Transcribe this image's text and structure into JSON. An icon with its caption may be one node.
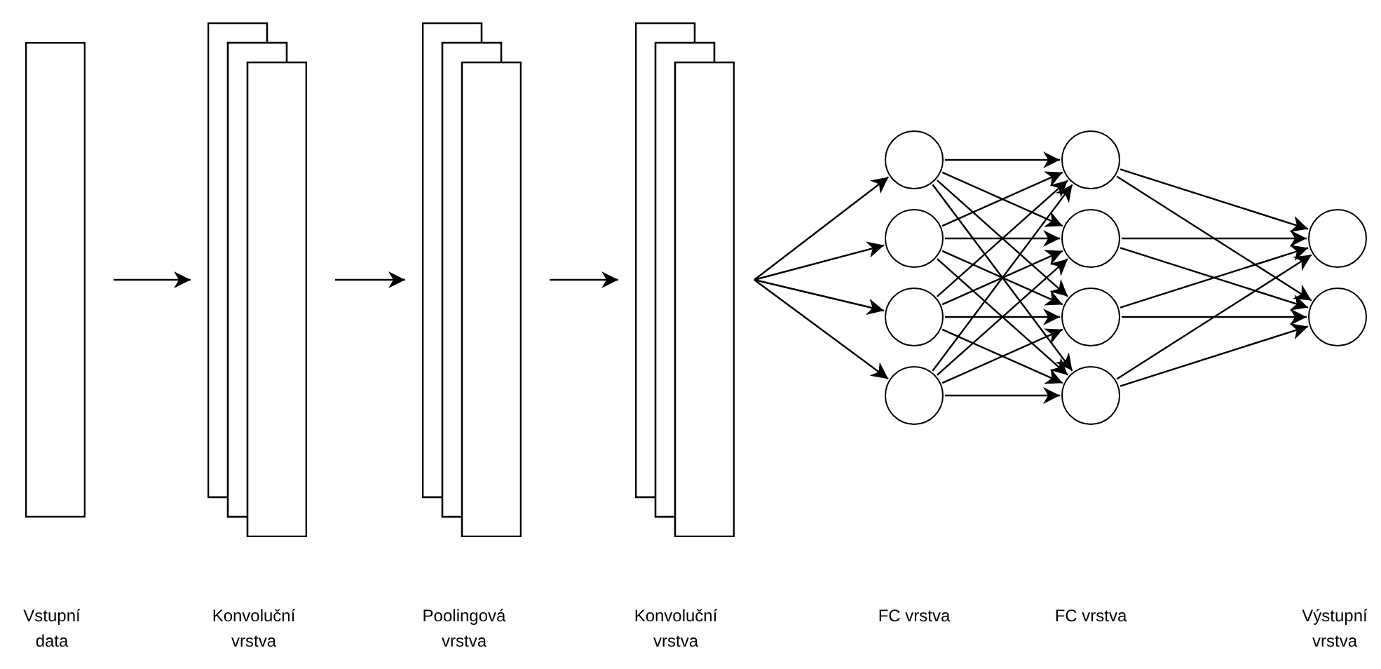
{
  "diagram": {
    "nodes": [
      {
        "text": [],
        "shape": "box"
      },
      {
        "text": [],
        "shape": "box"
      },
      {
        "text": [],
        "shape": "box"
      },
      {
        "text": [],
        "shape": "box"
      },
      {
        "text": [],
        "shape": "circle"
      },
      {
        "text": [],
        "shape": "circle"
      },
      {
        "text": [],
        "shape": "circle"
      },
      {
        "text": [],
        "shape": "circle"
      },
      {
        "text": [],
        "shape": "circle"
      },
      {
        "text": [],
        "shape": "circle"
      },
      {
        "text": [],
        "shape": "circle"
      },
      {
        "text": [],
        "shape": "circle"
      },
      {
        "text": [],
        "shape": "circle"
      },
      {
        "text": [],
        "shape": "circle"
      }
    ],
    "edges": [
      {
        "from": 0,
        "to": 1,
        "arrow": "to"
      },
      {
        "from": 1,
        "to": 2,
        "arrow": "to"
      },
      {
        "from": 2,
        "to": 3,
        "arrow": "to"
      },
      {
        "from": 3,
        "to": 4,
        "arrow": "to"
      },
      {
        "from": 3,
        "to": 5,
        "arrow": "to"
      },
      {
        "from": 3,
        "to": 6,
        "arrow": "to"
      },
      {
        "from": 3,
        "to": 7,
        "arrow": "to"
      },
      {
        "from": 4,
        "to": 8,
        "arrow": "to"
      },
      {
        "from": 4,
        "to": 9,
        "arrow": "to"
      },
      {
        "from": 4,
        "to": 10,
        "arrow": "to"
      },
      {
        "from": 4,
        "to": 11,
        "arrow": "to"
      },
      {
        "from": 5,
        "to": 8,
        "arrow": "to"
      },
      {
        "from": 5,
        "to": 9,
        "arrow": "to"
      },
      {
        "from": 5,
        "to": 10,
        "arrow": "to"
      },
      {
        "from": 5,
        "to": 11,
        "arrow": "to"
      },
      {
        "from": 6,
        "to": 8,
        "arrow": "to"
      },
      {
        "from": 6,
        "to": 9,
        "arrow": "to"
      },
      {
        "from": 6,
        "to": 10,
        "arrow": "to"
      },
      {
        "from": 6,
        "to": 11,
        "arrow": "to"
      },
      {
        "from": 7,
        "to": 8,
        "arrow": "to"
      },
      {
        "from": 7,
        "to": 9,
        "arrow": "to"
      },
      {
        "from": 7,
        "to": 10,
        "arrow": "to"
      },
      {
        "from": 7,
        "to": 11,
        "arrow": "to"
      },
      {
        "from": 8,
        "to": 12,
        "arrow": "to"
      },
      {
        "from": 8,
        "to": 13,
        "arrow": "to"
      },
      {
        "from": 9,
        "to": 12,
        "arrow": "to"
      },
      {
        "from": 9,
        "to": 13,
        "arrow": "to"
      },
      {
        "from": 10,
        "to": 12,
        "arrow": "to"
      },
      {
        "from": 10,
        "to": 13,
        "arrow": "to"
      },
      {
        "from": 11,
        "to": 12,
        "arrow": "to"
      },
      {
        "from": 11,
        "to": 13,
        "arrow": "to"
      }
    ],
    "labels": [
      "Vstupní data",
      "Konvoluční vrstva",
      "Poolingová vrstva",
      "Konvoluční vrstva",
      "FC vrstva",
      "FC vrstva",
      "Výstupní vrstva"
    ]
  }
}
